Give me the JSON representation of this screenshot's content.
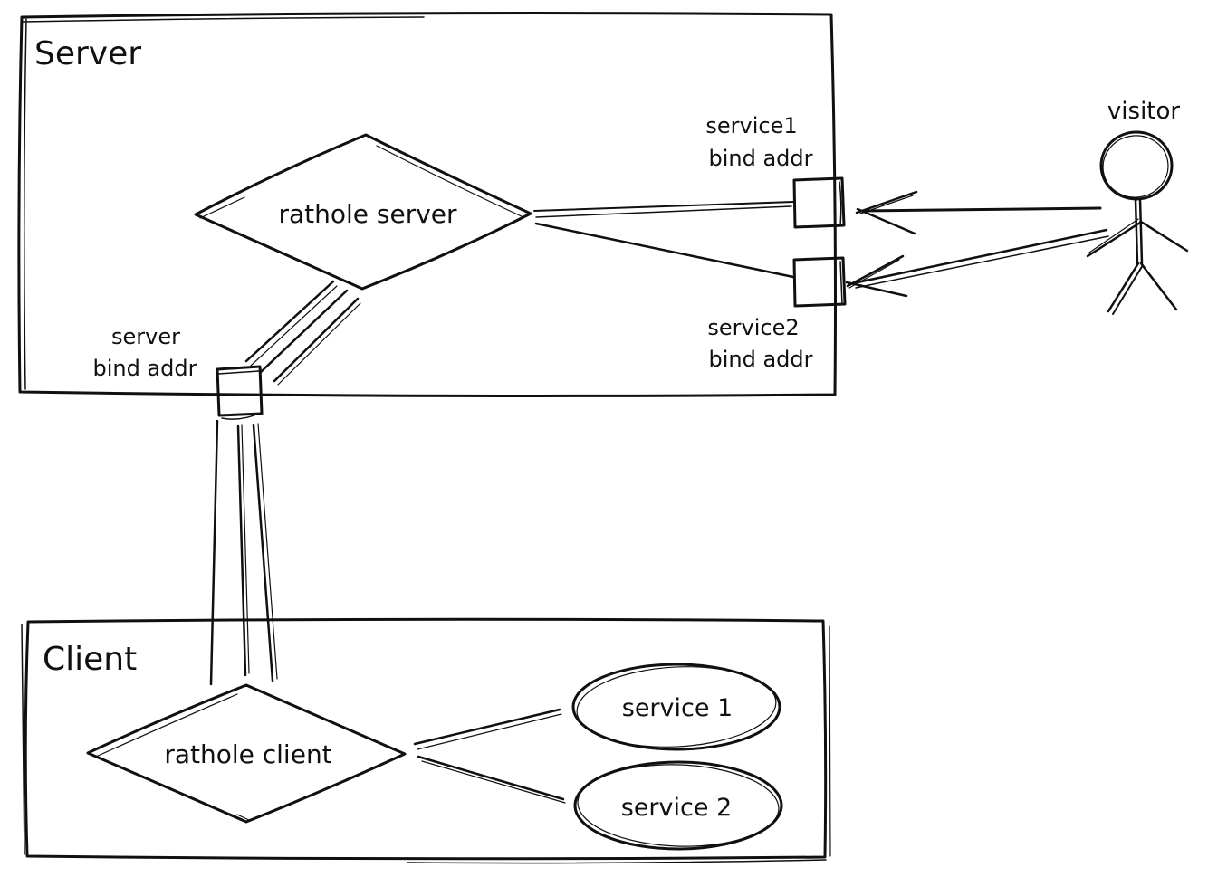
{
  "colors": {
    "stroke": "#101010",
    "background": "#ffffff"
  },
  "server_section": {
    "title": "Server",
    "rathole_server": "rathole server",
    "service1_bind": {
      "line1": "service1",
      "line2": "bind addr"
    },
    "service2_bind": {
      "line1": "service2",
      "line2": "bind addr"
    },
    "server_bind": {
      "line1": "server",
      "line2": "bind addr"
    }
  },
  "client_section": {
    "title": "Client",
    "rathole_client": "rathole client",
    "service1": "service 1",
    "service2": "service 2"
  },
  "visitor": {
    "label": "visitor"
  }
}
